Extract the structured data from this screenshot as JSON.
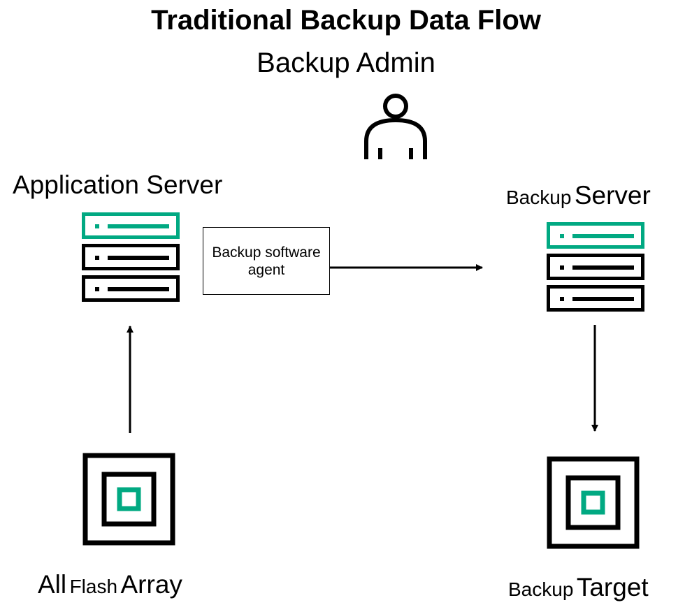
{
  "title": "Traditional Backup Data Flow",
  "admin": {
    "label": "Backup Admin",
    "icon": "person-icon"
  },
  "application_server": {
    "label": "Application Server",
    "icon": "server-rack-icon"
  },
  "backup_server": {
    "label_prefix": "Backup",
    "label_suffix": "Server",
    "icon": "server-rack-icon"
  },
  "agent": {
    "label": "Backup software agent"
  },
  "flash_array": {
    "label_part1": "All",
    "label_part2": "Flash",
    "label_part3": "Array",
    "icon": "storage-array-icon"
  },
  "backup_target": {
    "label_prefix": "Backup",
    "label_suffix": "Target",
    "icon": "storage-array-icon"
  },
  "colors": {
    "accent": "#01a982",
    "ink": "#000000"
  }
}
